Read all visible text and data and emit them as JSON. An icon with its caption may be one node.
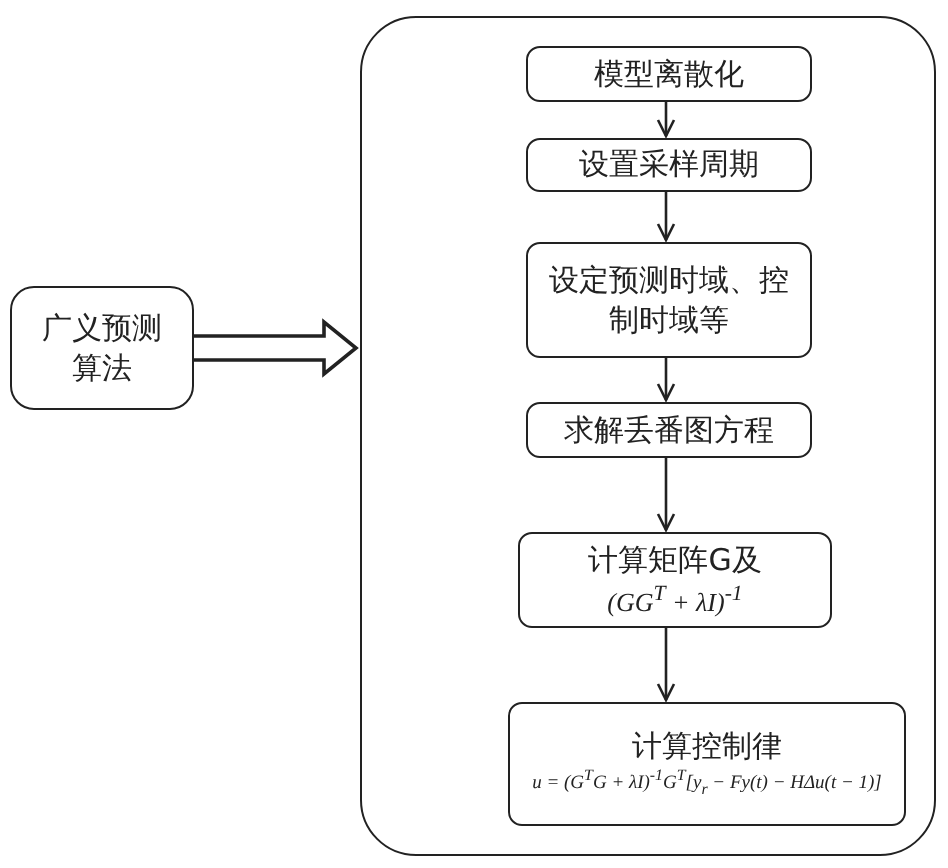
{
  "diagram": {
    "nodes": [
      {
        "text": [
          "广义预测算法"
        ]
      },
      {
        "text": [],
        "shape": "box"
      },
      {
        "text": [
          "模型离散化"
        ],
        "in": 1
      },
      {
        "text": [
          "设置采样周期"
        ],
        "in": 1
      },
      {
        "text": [
          "设定预测时域、控制时域等"
        ],
        "in": 1
      },
      {
        "text": [
          "求解丢番图方程"
        ],
        "in": 1
      },
      {
        "text": [
          "计算矩阵G及",
          "(GG$^{T}$ + λI)$^{-1}$"
        ],
        "in": 1
      },
      {
        "text": [
          "计算控制律",
          "u = (G$^{T}$G + λI)$^{-1}$G$^{T}$[y$_{r}$ − Fy(t) − HΔu(t − 1)]"
        ],
        "in": 1
      }
    ],
    "edges": [
      {
        "from": 0,
        "to": 1,
        "arrow": "to",
        "style": "thick"
      },
      {
        "from": 2,
        "to": 3,
        "arrow": "to"
      },
      {
        "from": 3,
        "to": 4,
        "arrow": "to"
      },
      {
        "from": 4,
        "to": 5,
        "arrow": "to"
      },
      {
        "from": 5,
        "to": 6,
        "arrow": "to"
      },
      {
        "from": 6,
        "to": 7,
        "arrow": "to"
      }
    ]
  }
}
